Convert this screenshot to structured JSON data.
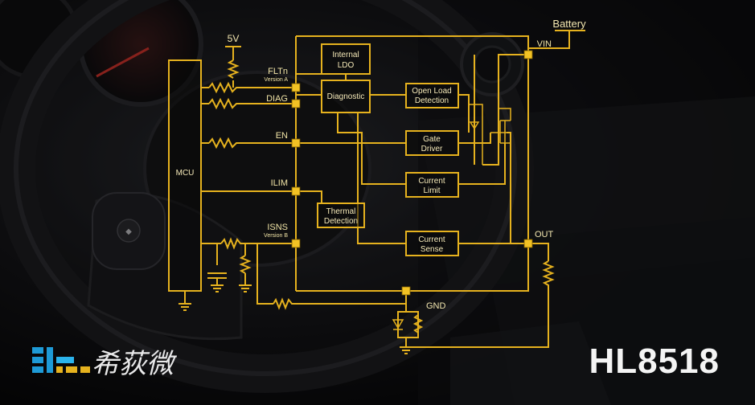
{
  "power": {
    "supply_5v": "5V",
    "battery": "Battery"
  },
  "mcu": {
    "label": "MCU"
  },
  "pins": {
    "fltn": "FLTn",
    "fltn_version": "Version A",
    "diag": "DIAG",
    "en": "EN",
    "ilim": "ILIM",
    "isns": "ISNS",
    "isns_version": "Version B",
    "vin": "VIN",
    "out": "OUT",
    "gnd": "GND"
  },
  "blocks": {
    "internal_ldo": [
      "Internal",
      "LDO"
    ],
    "diagnostic": [
      "Diagnostic"
    ],
    "open_load_detection": [
      "Open Load",
      "Detection"
    ],
    "gate_driver": [
      "Gate",
      "Driver"
    ],
    "current_limit": [
      "Current",
      "Limit"
    ],
    "thermal_detection": [
      "Thermal",
      "Detection"
    ],
    "current_sense": [
      "Current",
      "Sense"
    ]
  },
  "brand": {
    "logo_text": "希荻微",
    "product": "HL8518"
  },
  "colors": {
    "wire": "#e6b21e",
    "pin": "#f2c224",
    "background": "#0b0b0d"
  }
}
